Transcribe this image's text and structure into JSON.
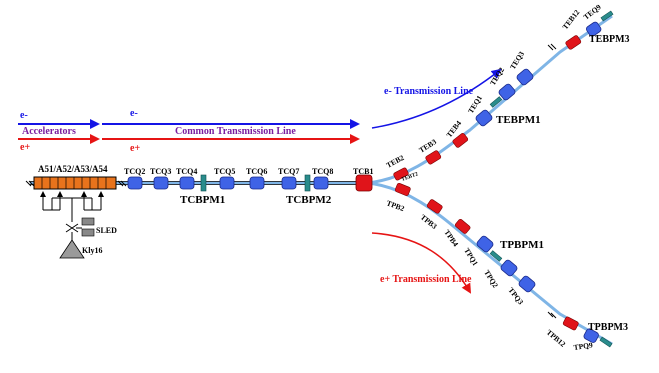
{
  "labels": {
    "e_minus_left": "e-",
    "e_minus_common": "e-",
    "accelerators": "Accelerators",
    "common_line": "Common Transmission Line",
    "e_plus_left": "e+",
    "e_plus_common": "e+",
    "e_minus_line": "e- Transmission Line",
    "e_plus_line": "e+ Transmission Line",
    "accel_sections": "A51/A52/A53/A54",
    "sled": "SLED",
    "klystron": "Kly16"
  },
  "common_elements": {
    "tcq2": "TCQ2",
    "tcq3": "TCQ3",
    "tcq4": "TCQ4",
    "tcq5": "TCQ5",
    "tcq6": "TCQ6",
    "tcq7": "TCQ7",
    "tcq8": "TCQ8",
    "tcb1": "TCB1",
    "tcbpm1": "TCBPM1",
    "tcbpm2": "TCBPM2"
  },
  "e_minus_elements": {
    "teb2": "TEB2",
    "tebt2": "TEBT2",
    "teb3": "TEB3",
    "teb4": "TEB4",
    "teq1": "TEQ1",
    "teq2": "TEQ2",
    "teq3": "TEQ3",
    "teb12": "TEB12",
    "teq9": "TEQ9",
    "tebpm1": "TEBPM1",
    "tebpm3": "TEBPM3"
  },
  "e_plus_elements": {
    "tpb2": "TPB2",
    "tpb3": "TPB3",
    "tpb4": "TPB4",
    "tpq1": "TPQ1",
    "tpq2": "TPQ2",
    "tpq3": "TPQ3",
    "tpb12": "TPB12",
    "tpq9": "TPQ9",
    "tpbpm1": "TPBPM1",
    "tpbpm3": "TPBPM3"
  },
  "colors": {
    "quadrupole": "#3f63e6",
    "bend": "#e0141a",
    "bpm": "#2a8c8c",
    "accelerator": "#e8731c",
    "beamline": "#7fb5e6",
    "electron_arrow": "#1414e6",
    "positron_arrow": "#e61414",
    "accelerator_text": "#7a1fa0"
  }
}
